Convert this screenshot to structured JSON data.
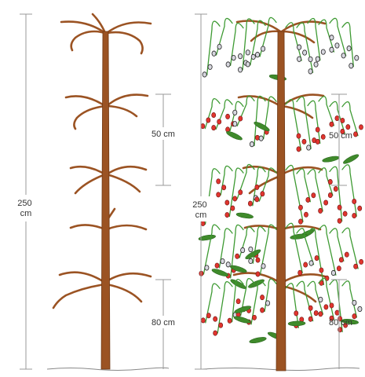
{
  "dimensions": {
    "left_total": "250\ncm",
    "left_spacing_upper": "50 cm",
    "left_spacing_lower": "80 cm",
    "right_total": "250\ncm",
    "right_spacing_upper": "50 cm",
    "right_spacing_lower": "80 cm"
  },
  "colors": {
    "trunk": "#9b5323",
    "stem": "#3d9a32",
    "leaf": "#3f8a2b",
    "ripe_fruit": "#e0352e",
    "unripe_fruit": "#d7d7df"
  }
}
